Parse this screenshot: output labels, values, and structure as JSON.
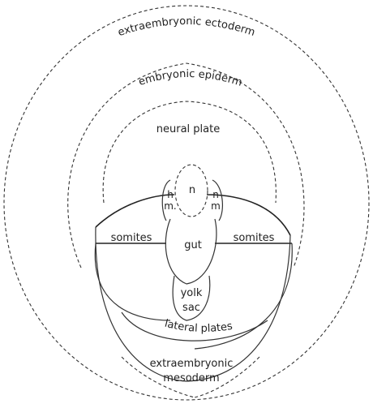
{
  "labels": {
    "extraembryonic_ectoderm": "extraembryonic ectoderm",
    "embryonic_epiderm": "embryonic epiderm",
    "neural_plate": "neural plate",
    "n": "n",
    "h_m_left_top": "h",
    "h_m_left_bottom": "m.",
    "n_m_right_top": "n",
    "n_m_right_bottom": "m",
    "somites_left": "somites",
    "gut": "gut",
    "somites_right": "somites",
    "yolk": "yolk",
    "sac": "sac",
    "lateral_plates": "lateral plates",
    "extraembryonic_mesoderm_line1": "extraembryonic",
    "extraembryonic_mesoderm_line2": "mesoderm"
  }
}
